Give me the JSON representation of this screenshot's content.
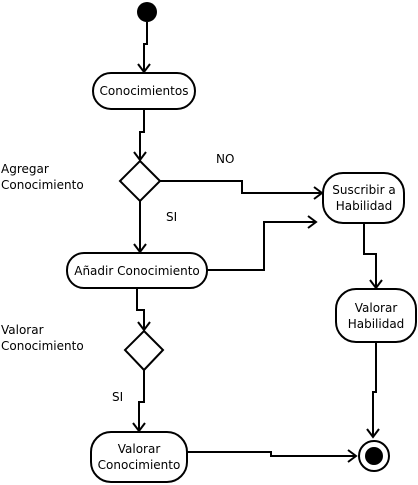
{
  "nodes": {
    "conocimientos": "Conocimientos",
    "suscribir_line1": "Suscribir a",
    "suscribir_line2": "Habilidad",
    "anadir": "Añadir Conocimiento",
    "valorar_hab_line1": "Valorar",
    "valorar_hab_line2": "Habilidad",
    "valorar_con_line1": "Valorar",
    "valorar_con_line2": "Conocimiento"
  },
  "labels": {
    "agregar_line1": "Agregar",
    "agregar_line2": "Conocimiento",
    "valorar_line1": "Valorar",
    "valorar_line2": "Conocimiento",
    "no": "NO",
    "si_1": "SI",
    "si_2": "SI"
  }
}
